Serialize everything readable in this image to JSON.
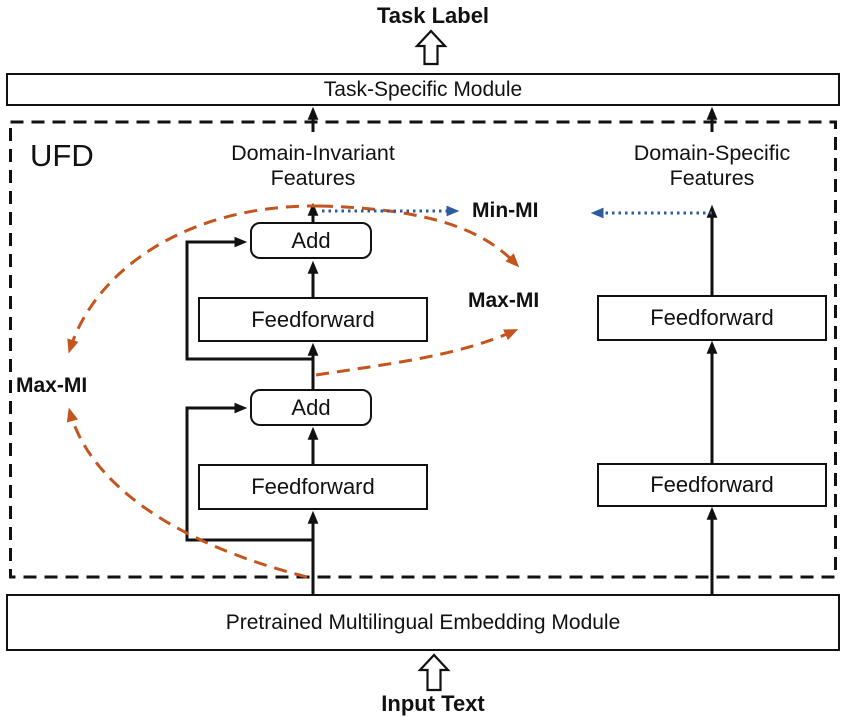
{
  "top": {
    "task_label": "Task Label",
    "task_module_label": "Task-Specific Module"
  },
  "ufd": {
    "title": "UFD",
    "domain_invariant_line1": "Domain-Invariant",
    "domain_invariant_line2": "Features",
    "domain_specific_line1": "Domain-Specific",
    "domain_specific_line2": "Features",
    "left_add_top": "Add",
    "left_ff_top": "Feedforward",
    "left_add_bottom": "Add",
    "left_ff_bottom": "Feedforward",
    "right_ff_top": "Feedforward",
    "right_ff_bottom": "Feedforward",
    "min_mi": "Min-MI",
    "max_mi_left": "Max-MI",
    "max_mi_right": "Max-MI"
  },
  "bottom": {
    "embedding_module_label": "Pretrained Multilingual Embedding Module",
    "input_text": "Input Text"
  },
  "colors": {
    "max_mi_dashed": "#C4551F",
    "min_mi_dotted": "#2F5B9D",
    "line": "#111111",
    "background": "#FFFFFF"
  }
}
